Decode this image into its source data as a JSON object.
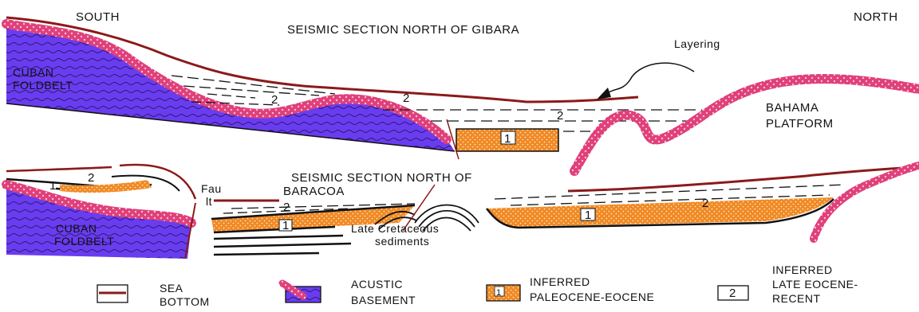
{
  "colors": {
    "sea_bottom": "#8b1a1a",
    "basement_pink": "#e0407a",
    "basement_fill": "#6a3cf0",
    "paleocene_orange": "#f08a26",
    "black": "#111111"
  },
  "labels": {
    "south": "SOUTH",
    "north": "NORTH",
    "title_top": "SEISMIC SECTION NORTH OF GIBARA",
    "layering": "Layering",
    "cuban_foldbelt_top_1": "CUBAN",
    "cuban_foldbelt_top_2": "FOLDBELT",
    "bahama_1": "BAHAMA",
    "bahama_2": "PLATFORM",
    "title_bottom_1": "SEISMIC SECTION NORTH OF",
    "title_bottom_2": "BARACOA",
    "fault_1": "Fau",
    "fault_2": "lt",
    "cuban_foldbelt_bot_1": "CUBAN",
    "cuban_foldbelt_bot_2": "FOLDBELT",
    "late_cretaceous_1": "Late Cretaceous",
    "late_cretaceous_2": "sediments"
  },
  "unit_numbers": {
    "top_2a": "2",
    "top_2b": "2",
    "top_2c": "2",
    "top_1": "1",
    "bot_1a": "1",
    "bot_2a": "2",
    "bot_2b": "2",
    "bot_1b": "1",
    "bot_1c": "1",
    "bot_2c": "2"
  },
  "legend": {
    "items": [
      {
        "symbol": "sea-bottom",
        "line1": "SEA",
        "line2": "BOTTOM"
      },
      {
        "symbol": "basement",
        "line1": "ACUSTIC",
        "line2": "BASEMENT"
      },
      {
        "symbol": "1",
        "line1": "INFERRED",
        "line2": "PALEOCENE-EOCENE"
      },
      {
        "symbol": "2",
        "line1": "INFERRED",
        "line2": "LATE EOCENE-",
        "line3": "RECENT"
      }
    ]
  }
}
